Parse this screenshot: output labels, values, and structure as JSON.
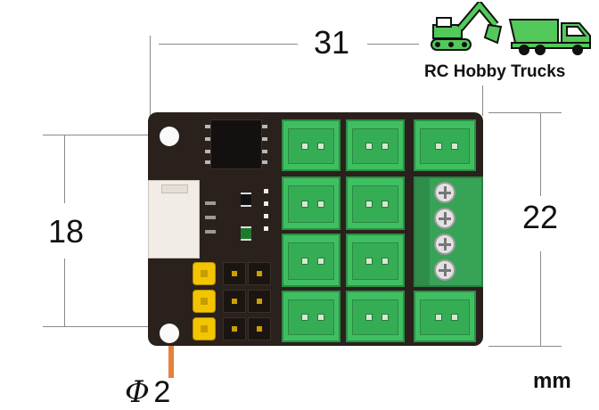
{
  "brand": {
    "name": "RC Hobby Trucks",
    "icons": [
      "excavator-icon",
      "dump-truck-icon"
    ],
    "color": "#52c95a"
  },
  "dimensions": {
    "width": "31",
    "height_left": "18",
    "height_right": "22",
    "hole_symbol": "Φ",
    "hole_value": "2",
    "unit": "mm"
  },
  "colors": {
    "pcb": "#2a211d",
    "connector": "#3fbf62",
    "header": "#f3c400",
    "arrow": "#e5813a"
  }
}
